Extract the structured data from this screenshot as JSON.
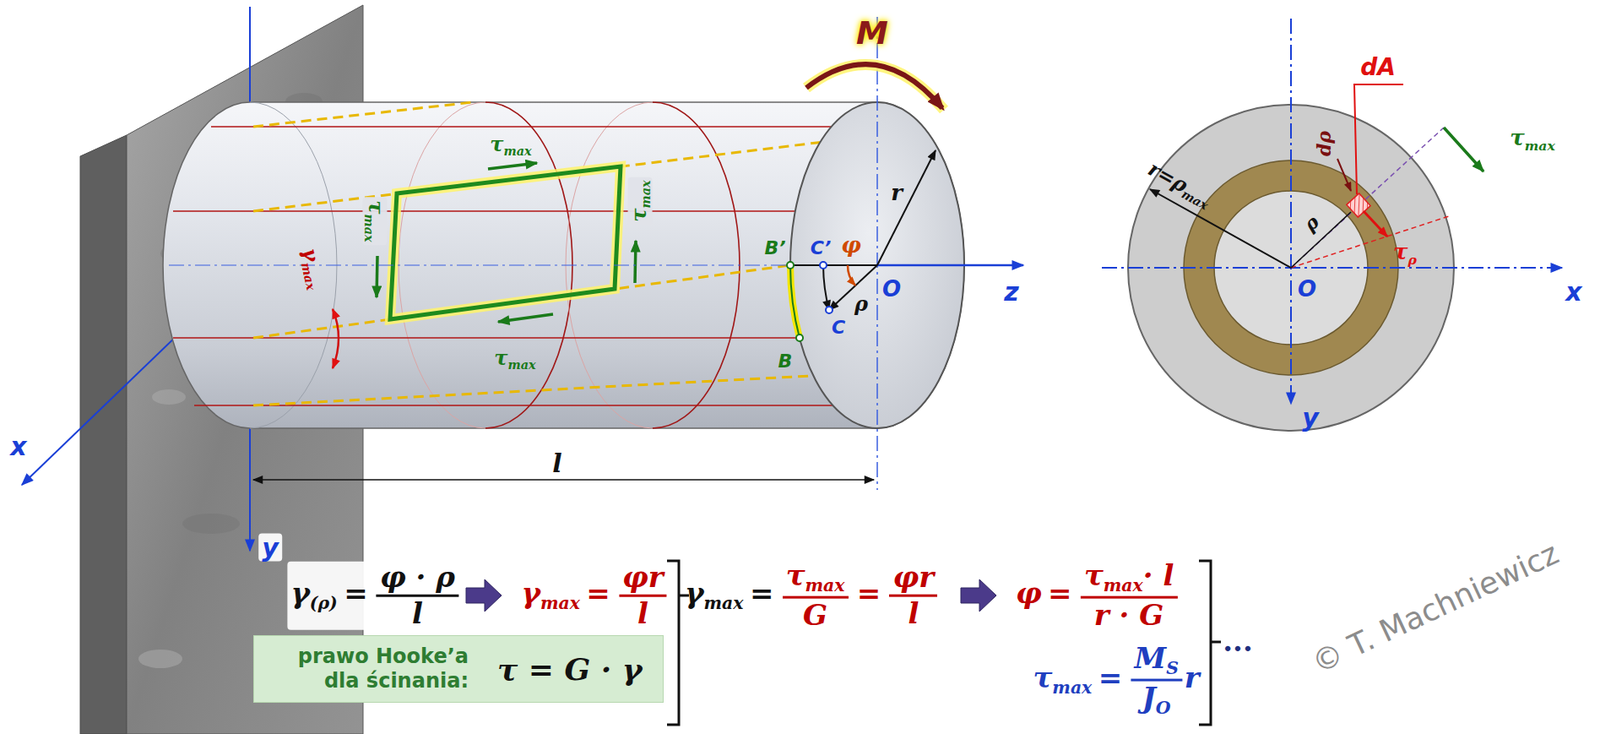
{
  "diagram": {
    "nodes": [
      {
        "text": [
          "prawo Hooke’a dla ścinania:",
          "τ = G · γ"
        ]
      }
    ],
    "labels": [
      "M",
      "τ",
      "max",
      "τ",
      "max",
      "τ",
      "max",
      "τ",
      "max",
      "γ",
      "max",
      "φ",
      "r",
      "ρ",
      "B’",
      "C’",
      "B",
      "C",
      "O",
      "z",
      "x",
      "y",
      "l",
      "dA",
      "dρ",
      "ρ",
      "r=ρ",
      "max",
      "τ",
      "max",
      "τ",
      "ρ",
      "O",
      "x",
      "y",
      "γ",
      "(ρ)",
      "=",
      "φ · ρ",
      "l",
      "γ",
      "max",
      "=",
      "φr",
      "l",
      "γ",
      "max",
      "=",
      "τ",
      "max",
      "G",
      "=",
      "φr",
      "l",
      "φ",
      "=",
      "τ",
      "max",
      "· l",
      "r · G",
      "τ",
      "max",
      "=",
      "M",
      "S",
      "J",
      "O",
      "r",
      "...",
      "© T. Machniewicz"
    ]
  }
}
